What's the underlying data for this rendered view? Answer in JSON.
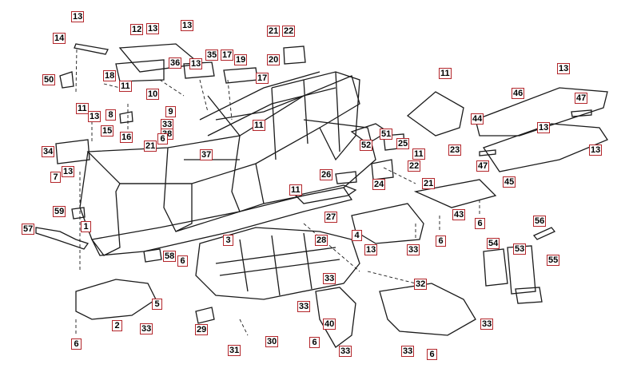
{
  "callouts": [
    "13",
    "14",
    "12",
    "13",
    "13",
    "21",
    "22",
    "20",
    "50",
    "18",
    "36",
    "13",
    "35",
    "17",
    "19",
    "17",
    "11",
    "10",
    "8",
    "9",
    "33",
    "38",
    "11",
    "13",
    "15",
    "16",
    "21",
    "6",
    "37",
    "11",
    "34",
    "7",
    "13",
    "59",
    "1",
    "57",
    "3",
    "58",
    "6",
    "33",
    "33",
    "2",
    "5",
    "33",
    "6",
    "29",
    "31",
    "30",
    "28",
    "13",
    "11",
    "23",
    "51",
    "52",
    "25",
    "11",
    "22",
    "26",
    "24",
    "21",
    "11",
    "27",
    "4",
    "33",
    "43",
    "6",
    "6",
    "46",
    "13",
    "47",
    "44",
    "13",
    "13",
    "45",
    "47",
    "56",
    "54",
    "53",
    "55",
    "32",
    "33",
    "40",
    "33",
    "6",
    "33",
    "6"
  ]
}
